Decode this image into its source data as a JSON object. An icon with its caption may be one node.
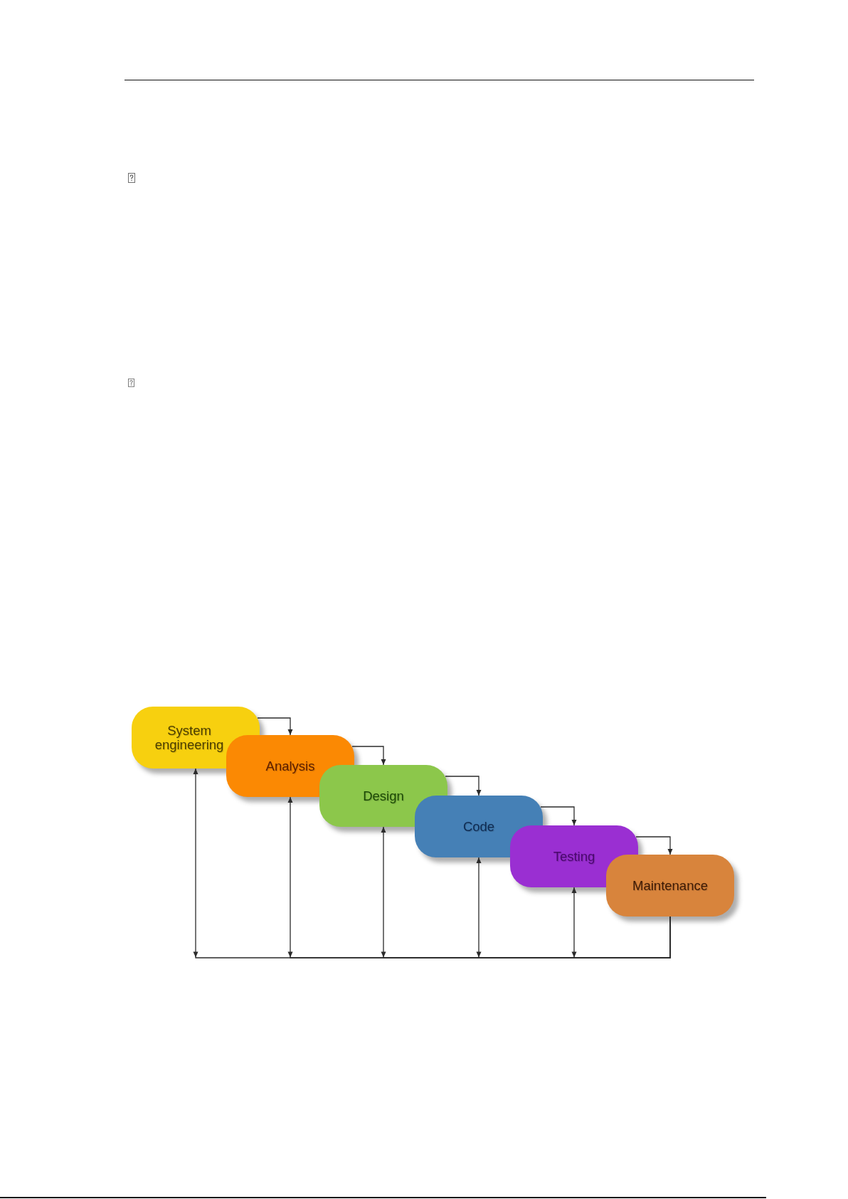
{
  "diagram": {
    "nodes": [
      {
        "text": [
          "System engineering"
        ]
      },
      {
        "text": [
          "Analysis"
        ]
      },
      {
        "text": [
          "Design"
        ]
      },
      {
        "text": [
          "Code"
        ]
      },
      {
        "text": [
          "Testing"
        ]
      },
      {
        "text": [
          "Maintenance"
        ]
      }
    ],
    "edges": [
      {
        "from": 0,
        "to": 1,
        "arrow": "to"
      },
      {
        "from": 1,
        "to": 2,
        "arrow": "to"
      },
      {
        "from": 2,
        "to": 3,
        "arrow": "to"
      },
      {
        "from": 3,
        "to": 4,
        "arrow": "to"
      },
      {
        "from": 4,
        "to": 5,
        "arrow": "to"
      },
      {
        "from": 5,
        "to": 0,
        "arrow": "to"
      },
      {
        "from": 5,
        "to": 1,
        "arrow": "to"
      },
      {
        "from": 5,
        "to": 2,
        "arrow": "to"
      },
      {
        "from": 5,
        "to": 3,
        "arrow": "to"
      },
      {
        "from": 5,
        "to": 4,
        "arrow": "to"
      }
    ]
  }
}
